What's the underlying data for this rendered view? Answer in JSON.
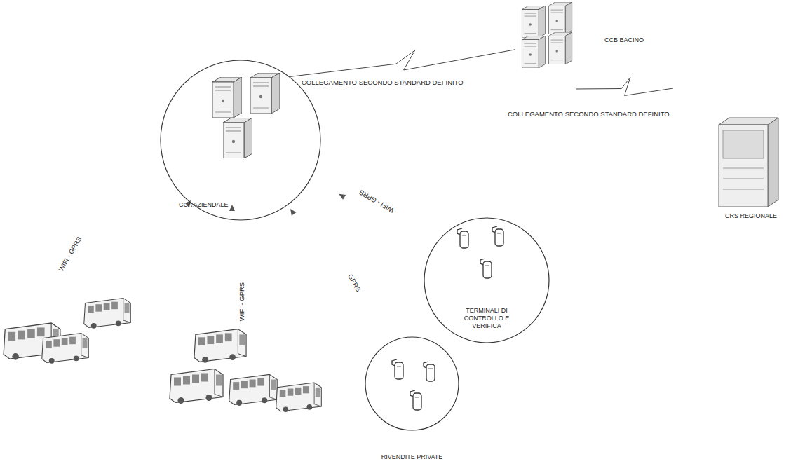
{
  "diagram": {
    "nodes": [
      {
        "text": [
          "CCA AZIENDALE"
        ]
      },
      {
        "text": [
          "CCB BACINO"
        ]
      },
      {
        "text": [
          "CRS REGIONALE"
        ]
      },
      {
        "text": [
          "TERMINALI DI CONTROLLO E VERIFICA"
        ]
      },
      {
        "text": [
          "RIVENDITE PRIVATE"
        ]
      }
    ],
    "edges": [
      {
        "from": 0,
        "to": 1,
        "label": "COLLEGAMENTO SECONDO STANDARD DEFINITO",
        "arrow": "none"
      },
      {
        "from": 1,
        "to": 2,
        "label": "COLLEGAMENTO SECONDO STANDARD DEFINITO",
        "arrow": "none"
      },
      {
        "from": 3,
        "to": 0,
        "label": "WIFI - GPRS",
        "arrow": "to"
      },
      {
        "from": 4,
        "to": 0,
        "label": "GPRS",
        "arrow": "to"
      }
    ],
    "labels": [
      "WIFI - GPRS",
      "WIFI - GPRS"
    ]
  }
}
